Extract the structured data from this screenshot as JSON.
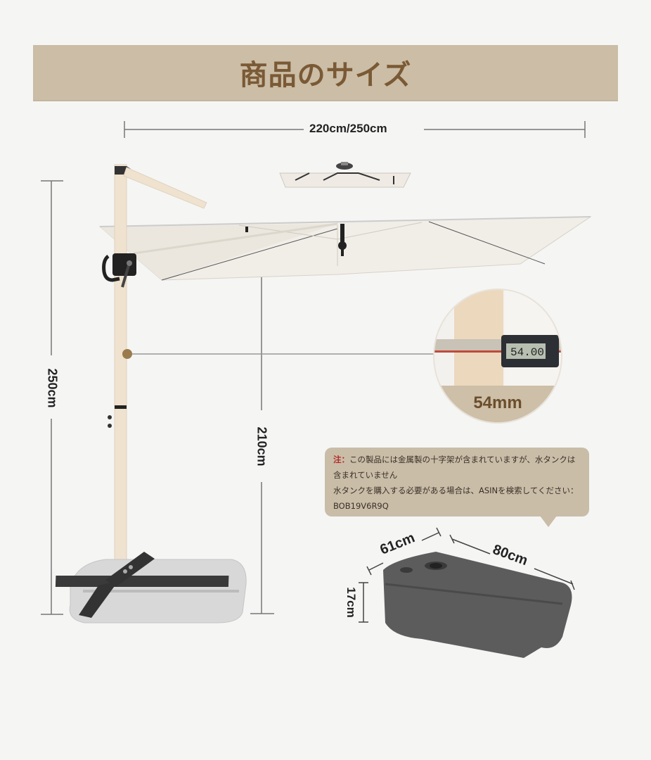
{
  "header": {
    "title": "商品のサイズ"
  },
  "dimensions": {
    "canopy_width": "220cm/250cm",
    "total_height": "250cm",
    "clearance_height": "210cm",
    "pole_diameter": "54mm",
    "base_width": "61cm",
    "base_length": "80cm",
    "base_height": "17cm"
  },
  "note": {
    "prefix": "注：",
    "line1": "この製品には金属製の十字架が含まれていますが、水タンクは含まれていません",
    "line2": "水タンクを購入する必要がある場合は、ASINを検索してください：BOB19V6R9Q"
  },
  "colors": {
    "banner_bg": "#cbbda6",
    "banner_text": "#7a5a35",
    "note_bg": "#c9bda8",
    "note_prefix": "#b32a2a",
    "pole": "#efe2cf",
    "canopy": "#f1eee8",
    "base": "#5a5a5a"
  }
}
